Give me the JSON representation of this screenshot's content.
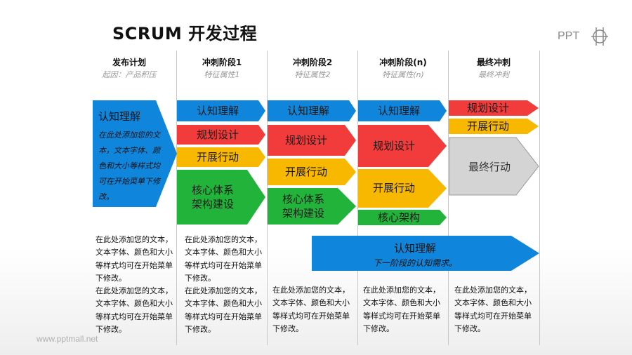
{
  "title": "SCRUM 开发过程",
  "footer": "www.pptmall.net",
  "logo_text": "PPT",
  "columns": [
    {
      "title": "发布计划",
      "subtitle": "起因：产品积压"
    },
    {
      "title": "冲刺阶段1",
      "subtitle": "特征属性1"
    },
    {
      "title": "冲刺阶段2",
      "subtitle": "特征属性2"
    },
    {
      "title": "冲刺阶段(n)",
      "subtitle": "特征属性(n)"
    },
    {
      "title": "最终冲刺",
      "subtitle": "最终冲刺"
    }
  ],
  "plan_box": {
    "title": "认知理解",
    "desc": "在此处添加您的文本，文本字体、颜色和大小等样式均可在开始菜单下修改。"
  },
  "sprint1": [
    "认知理解",
    "规划设计",
    "开展行动",
    "核心体系\n架构建设"
  ],
  "sprint2": [
    "认知理解",
    "规划设计",
    "开展行动",
    "核心体系\n架构建设"
  ],
  "sprintn": [
    "认知理解",
    "规划设计",
    "开展行动",
    "核心架构"
  ],
  "final": [
    "规划设计",
    "开展行动",
    "最终行动"
  ],
  "next_arrow": {
    "title": "认知理解",
    "subtitle": "下一阶段的认知需求。"
  },
  "notes": {
    "plan": "在此处添加您的文本，文本字体、颜色和大小等样式均可在开始菜单下修改。\n在此处添加您的文本，文本字体、颜色和大小等样式均可在开始菜单下修改。",
    "sprint1": "在此处添加您的文本，文本字体、颜色和大小等样式均可在开始菜单下修改。\n在此处添加您的文本，文本字体、颜色和大小等样式均可在开始菜单下修改。",
    "sprint2": "在此处添加您的文本，文本字体、颜色和大小等样式均可在开始菜单下修改。",
    "sprintn": "在此处添加您的文本，文本字体、颜色和大小等样式均可在开始菜单下修改。",
    "final": "在此处添加您的文本，文本字体、颜色和大小等样式均可在开始菜单下修改。"
  },
  "colors": {
    "blue": "#0f86dc",
    "red": "#f23b3b",
    "yellow": "#f8b800",
    "green": "#22b33a",
    "gray": "#d4d4d4"
  }
}
